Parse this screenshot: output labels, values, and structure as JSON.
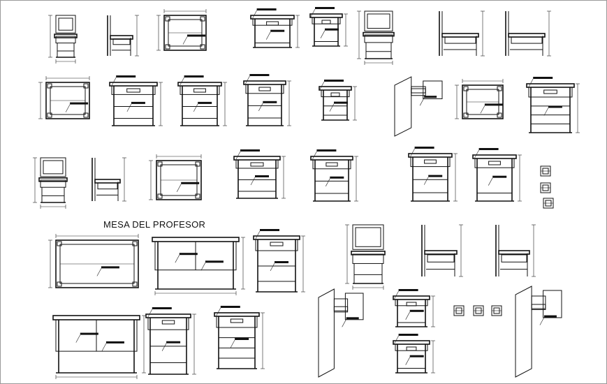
{
  "drawing": {
    "section_title": "MESA DEL PROFESOR",
    "view_types": [
      "chair-front",
      "chair-side",
      "table-plan",
      "desk-front",
      "desk-side",
      "table-front",
      "post-detail",
      "leg-joint"
    ],
    "colors": {
      "background": "#ffffff",
      "line": "#111111"
    }
  }
}
